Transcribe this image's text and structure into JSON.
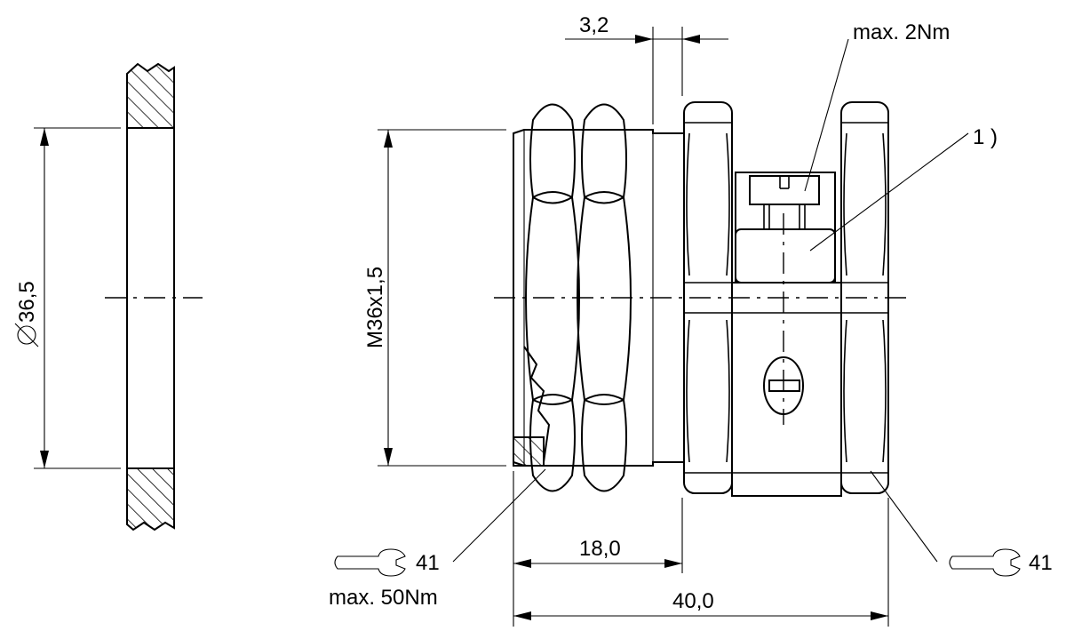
{
  "dimensions": {
    "seal_diameter": "36,5",
    "thread": "M36x1,5",
    "flange_width": "3,2",
    "thread_length": "18,0",
    "overall_length": "40,0"
  },
  "notes": {
    "torque_small": "max. 2Nm",
    "callout_1": "1 )",
    "wrench_left": "41",
    "wrench_right": "41",
    "torque_large": "max. 50Nm"
  },
  "icons": {
    "wrench": "open-end-wrench-icon"
  }
}
